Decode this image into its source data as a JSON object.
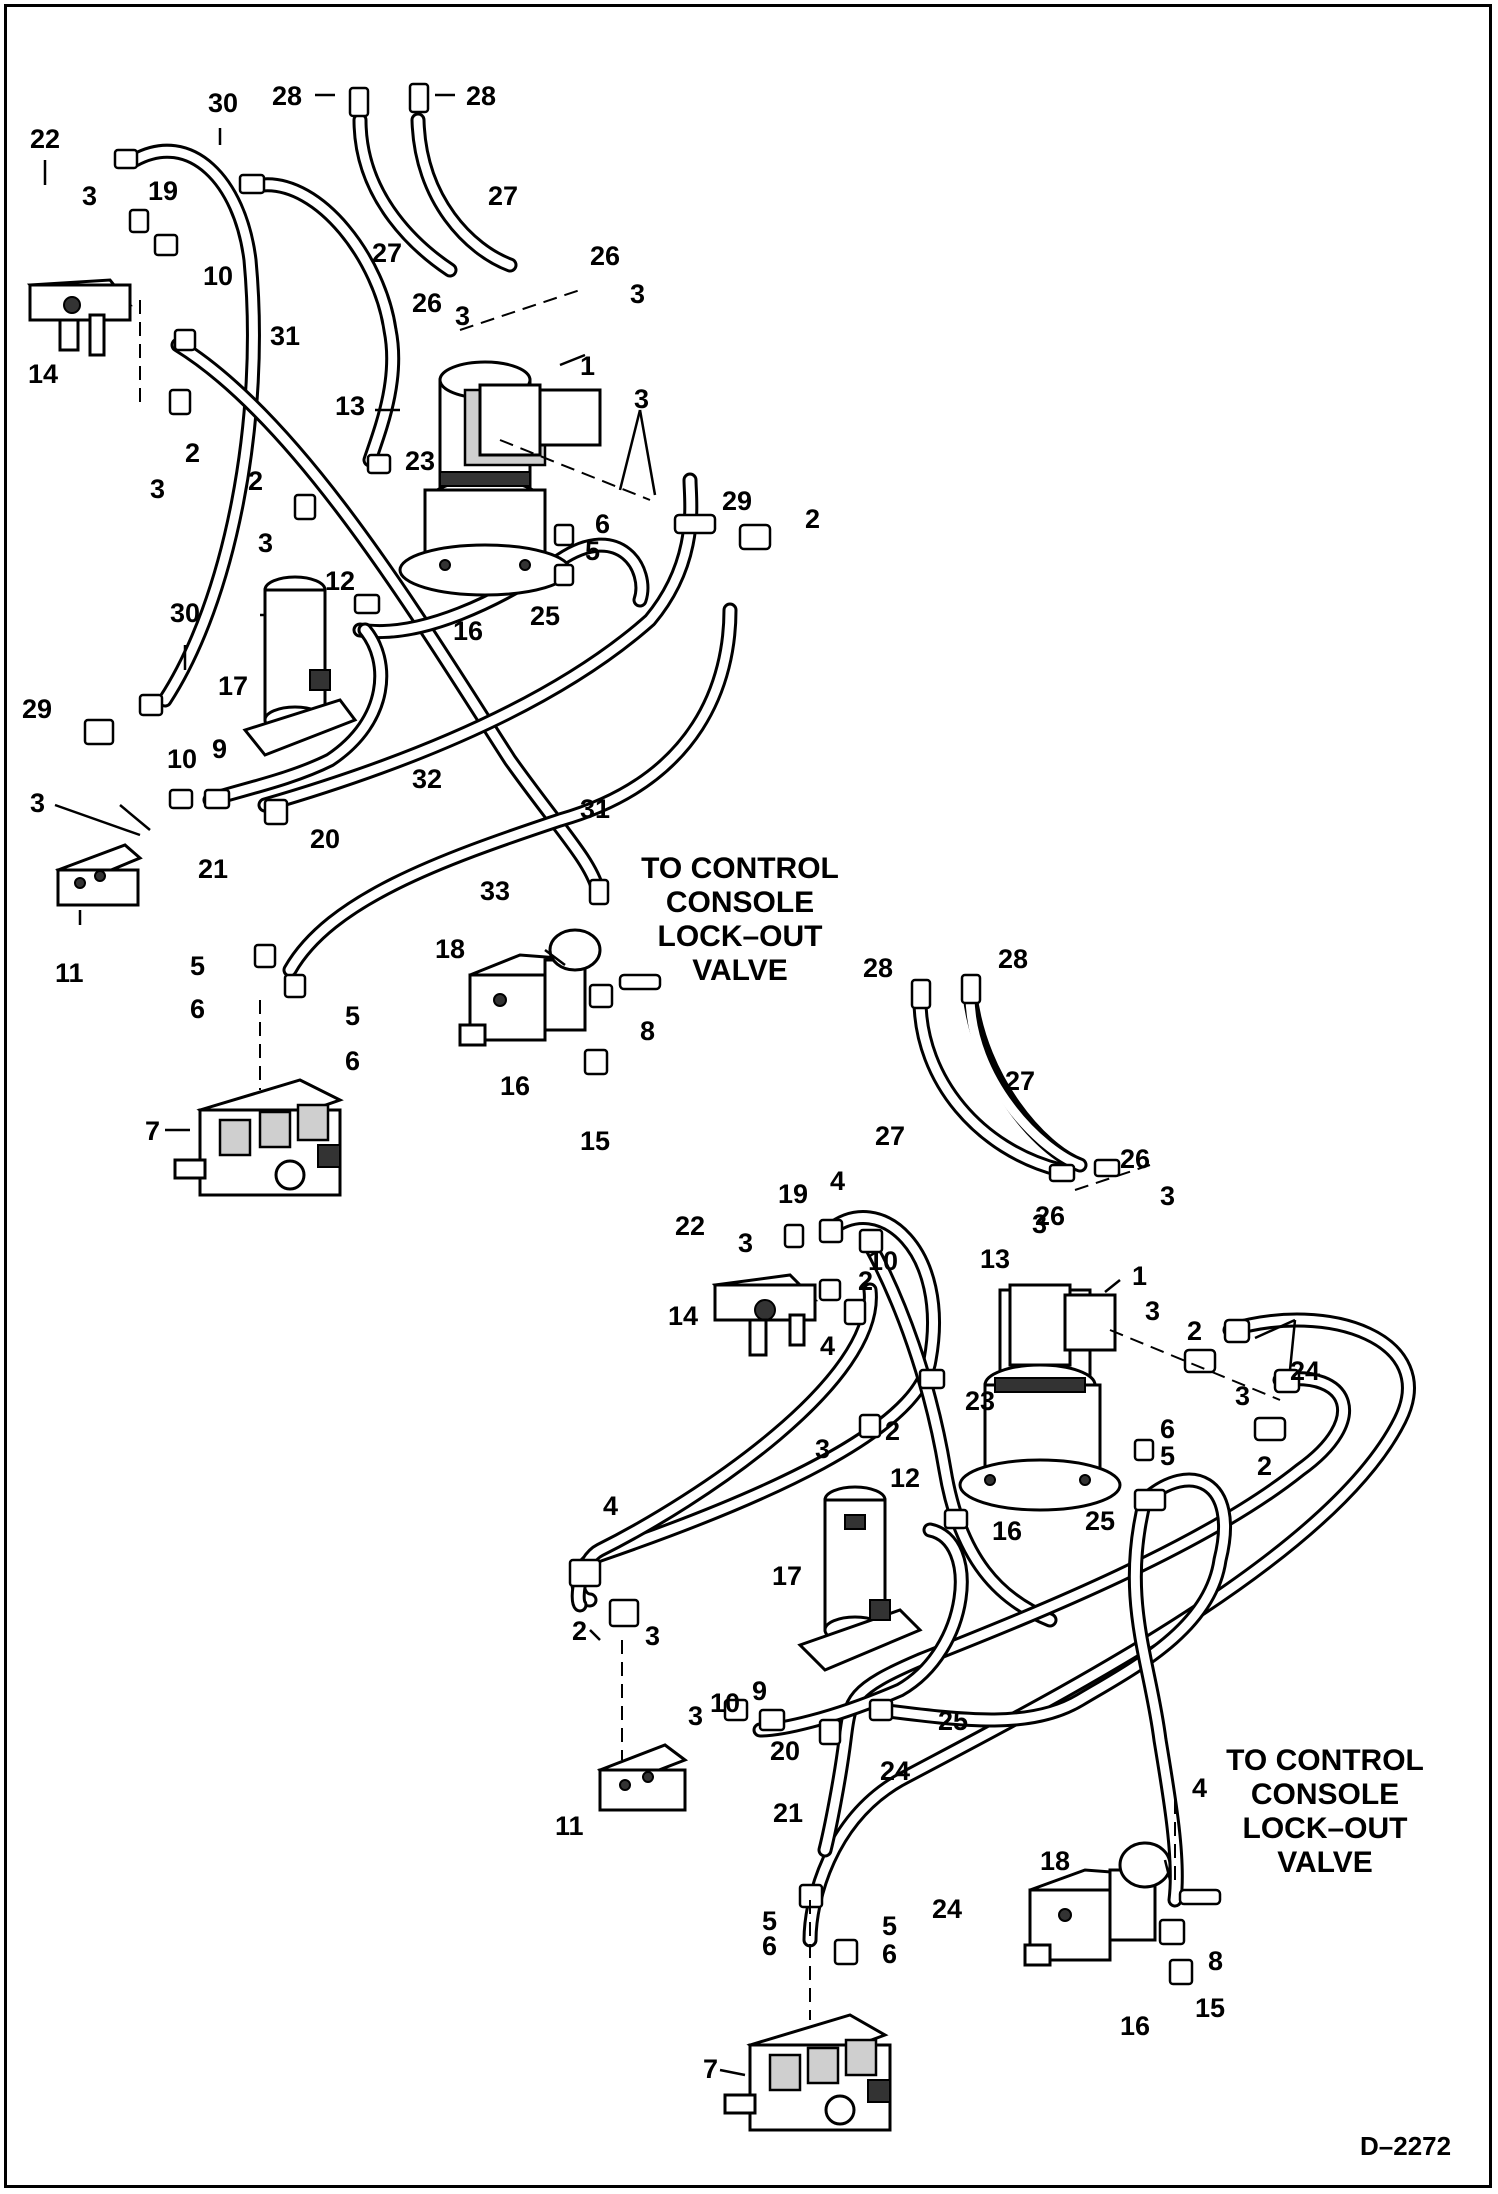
{
  "diagram": {
    "reference": "D–2272",
    "notes": {
      "upper": [
        "TO CONTROL",
        "CONSOLE",
        "LOCK–OUT",
        "VALVE"
      ],
      "lower": [
        "TO CONTROL",
        "CONSOLE",
        "LOCK–OUT",
        "VALVE"
      ]
    },
    "callouts_upper": [
      "22",
      "30",
      "28",
      "28",
      "3",
      "19",
      "10",
      "27",
      "27",
      "26",
      "26",
      "3",
      "3",
      "14",
      "31",
      "1",
      "13",
      "3",
      "3",
      "2",
      "2",
      "23",
      "29",
      "2",
      "3",
      "6",
      "5",
      "12",
      "16",
      "25",
      "30",
      "17",
      "29",
      "10",
      "9",
      "32",
      "31",
      "3",
      "20",
      "21",
      "33",
      "11",
      "18",
      "5",
      "6",
      "5",
      "6",
      "8",
      "16",
      "15",
      "7"
    ],
    "callouts_lower": [
      "28",
      "28",
      "27",
      "27",
      "26",
      "26",
      "3",
      "3",
      "19",
      "4",
      "22",
      "3",
      "10",
      "2",
      "13",
      "1",
      "14",
      "4",
      "3",
      "2",
      "24",
      "23",
      "3",
      "6",
      "5",
      "2",
      "2",
      "3",
      "12",
      "16",
      "25",
      "4",
      "17",
      "2",
      "3",
      "10",
      "9",
      "25",
      "3",
      "20",
      "24",
      "11",
      "21",
      "4",
      "18",
      "24",
      "5",
      "6",
      "5",
      "6",
      "8",
      "16",
      "15",
      "7"
    ]
  }
}
